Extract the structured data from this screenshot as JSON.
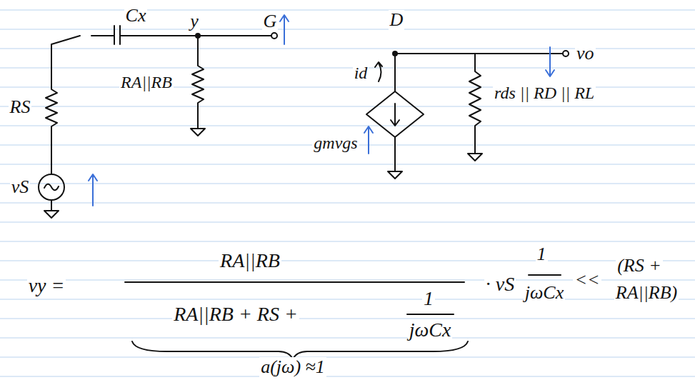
{
  "diagram": {
    "labels": [
      "Cx",
      "y",
      "G",
      "D",
      "vo",
      "RS",
      "RA||RB",
      "vS",
      "id",
      "gmvgs",
      "rds || RD || RL",
      "vy =",
      "RA||RB",
      "RA||RB + RS +",
      "1",
      "jωCx",
      "· vS",
      "1",
      "jωCx",
      "<<",
      "(RS +",
      "RA||RB)",
      "a(jω) ≈1"
    ]
  }
}
